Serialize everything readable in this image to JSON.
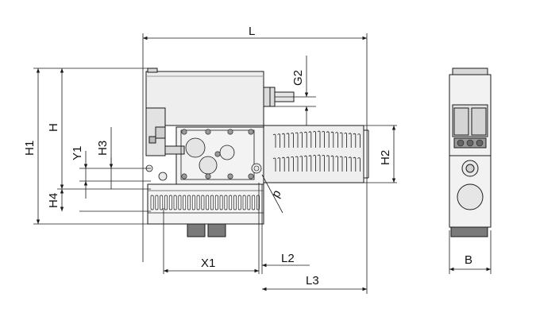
{
  "dimensions": {
    "L": "L",
    "G2": "G2",
    "H1": "H1",
    "H": "H",
    "Y1": "Y1",
    "H3": "H3",
    "H4": "H4",
    "H2": "H2",
    "X1": "X1",
    "L2": "L2",
    "L3": "L3",
    "B": "B",
    "p": "p"
  },
  "colors": {
    "line": "#1a1a1a",
    "body_fill": "#eeeeee",
    "shade": "#cfcfcf",
    "dark": "#6a6a6a"
  }
}
